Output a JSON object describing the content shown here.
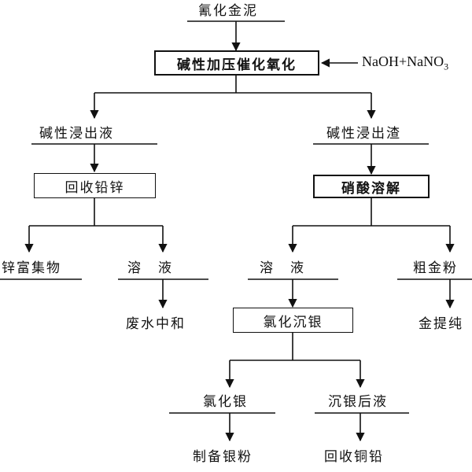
{
  "nodes": {
    "start": "氰化金泥",
    "oxidation": "碱性加压催化氧化",
    "reagent_main": "NaOH+NaNO",
    "reagent_sub": "3",
    "alk_leachate": "碱性浸出液",
    "alk_residue": "碱性浸出渣",
    "recover_pbzn": "回收铅锌",
    "nitric_dissolve": "硝酸溶解",
    "zn_concentrate": "锌富集物",
    "solution_left": "溶液",
    "solution_mid": "溶液",
    "crude_gold": "粗金粉",
    "wastewater": "废水中和",
    "agcl_precip": "氯化沉银",
    "gold_purify": "金提纯",
    "agcl": "氯化银",
    "post_ag_liquid": "沉银后液",
    "silver_powder": "制备银粉",
    "recover_cupb": "回收铜铅"
  }
}
